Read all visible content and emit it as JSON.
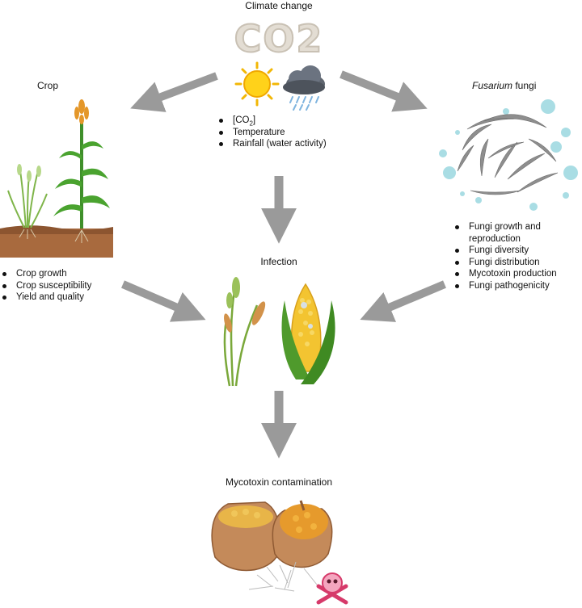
{
  "climate": {
    "title": "Climate change",
    "co2_mark": "CO2",
    "factors": [
      "[CO",
      "2",
      "]",
      "Temperature",
      "Rainfall (water activity)"
    ]
  },
  "crop": {
    "title": "Crop",
    "effects": [
      "Crop growth",
      "Crop susceptibility",
      "Yield and quality"
    ]
  },
  "fungi": {
    "title_italic": "Fusarium",
    "title_rest": " fungi",
    "effects": [
      "Fungi growth and",
      "reproduction",
      "Fungi diversity",
      "Fungi distribution",
      "Mycotoxin production",
      "Fungi pathogenicity"
    ]
  },
  "infection": {
    "title": "Infection"
  },
  "contamination": {
    "title": "Mycotoxin contamination"
  },
  "colors": {
    "arrow": "#9a9a9a",
    "soil": "#a86a3e",
    "leaf": "#3f8f2a",
    "corn": "#f3c431",
    "fungi": "#8e8e8e",
    "spore": "#a9dde4"
  }
}
